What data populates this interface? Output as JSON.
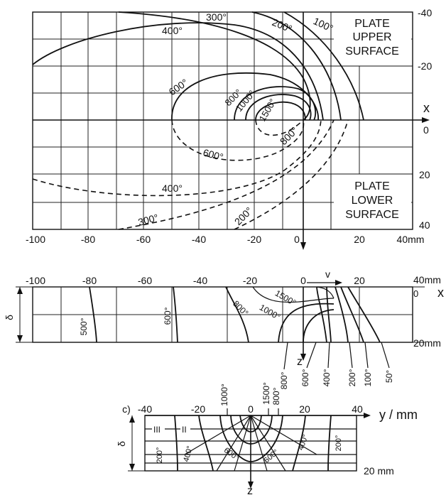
{
  "panel_a": {
    "x_ticks": [
      "-100",
      "-80",
      "-60",
      "-40",
      "-20",
      "0",
      "20",
      "40mm"
    ],
    "y_ticks": [
      "-40",
      "-20",
      "0",
      "20",
      "40"
    ],
    "axis_x_label": "x",
    "upper_label": [
      "PLATE",
      "UPPER",
      "SURFACE"
    ],
    "lower_label": [
      "PLATE",
      "LOWER",
      "SURFACE"
    ],
    "upper_isotherms": [
      "300°",
      "200°",
      "100°",
      "400°",
      "600°",
      "800°",
      "1000°",
      "1500°"
    ],
    "lower_isotherms": [
      "800°",
      "600°",
      "400°",
      "300°",
      "200°"
    ]
  },
  "panel_b": {
    "x_ticks": [
      "-100",
      "-80",
      "-60",
      "-40",
      "-20",
      "0",
      "20"
    ],
    "right_ticks": [
      "40mm",
      "0",
      "20mm"
    ],
    "axis_x_label": "x",
    "axis_z_label": "z",
    "thickness_label": "δ",
    "velocity_label": "v",
    "isotherms_top": [
      "500°",
      "600°",
      "800°",
      "1500°",
      "1000°"
    ],
    "isotherms_bottom": [
      "800°",
      "600°",
      "400°",
      "200°",
      "100°",
      "50°"
    ]
  },
  "panel_c": {
    "panel_label": "c)",
    "y_ticks": [
      "-40",
      "-20",
      "0",
      "20",
      "40"
    ],
    "axis_y_label": "y / mm",
    "axis_z_label": "z",
    "depth_label": "20 mm",
    "thickness_label": "δ",
    "zone_labels": [
      "III",
      "II"
    ],
    "isotherms_top": [
      "1000°",
      "1500°",
      "800°"
    ],
    "isotherms_inner": [
      "200°",
      "400°",
      "600°",
      "600°",
      "400°",
      "200°"
    ]
  }
}
